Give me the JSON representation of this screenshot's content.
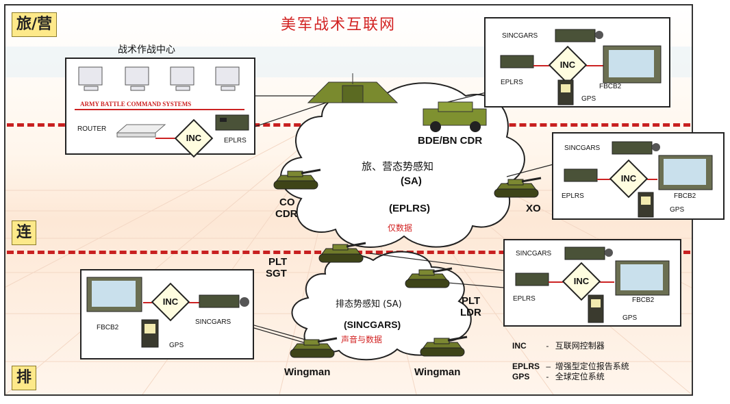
{
  "title": "美军战术互联网",
  "echelons": {
    "brigade": "旅/营",
    "company": "连",
    "platoon": "排"
  },
  "toc": {
    "title": "战术作战中心",
    "systems": "ARMY BATTLE COMMAND SYSTEMS",
    "router": "ROUTER",
    "inc": "INC",
    "eplrs": "EPLRS"
  },
  "cloud_upper": {
    "line1": "旅、营态势感知",
    "line2": "(SA)",
    "line3": "(EPLRS)",
    "note": "仅数据"
  },
  "cloud_lower": {
    "line1": "排态势感知 (SA)",
    "line2": "(SINCGARS)",
    "note": "声音与数据"
  },
  "units": {
    "bde_bn_cdr": "BDE/BN CDR",
    "co": "CO",
    "cdr": "CDR",
    "xo": "XO",
    "plt": "PLT",
    "sgt": "SGT",
    "ldr": "LDR",
    "wingman_left": "Wingman",
    "wingman_right": "Wingman"
  },
  "callout_top": {
    "sincgars": "SINCGARS",
    "inc": "INC",
    "eplrs": "EPLRS",
    "fbcb2": "FBCB2",
    "gps": "GPS"
  },
  "callout_xo": {
    "sincgars": "SINCGARS",
    "inc": "INC",
    "eplrs": "EPLRS",
    "fbcb2": "FBCB2",
    "gps": "GPS"
  },
  "callout_ldr": {
    "sincgars": "SINCGARS",
    "inc": "INC",
    "eplrs": "EPLRS",
    "fbcb2": "FBCB2",
    "gps": "GPS"
  },
  "callout_left": {
    "fbcb2": "FBCB2",
    "inc": "INC",
    "sincgars": "SINCGARS",
    "gps": "GPS"
  },
  "legend": [
    {
      "abbr": "INC",
      "sep": "-",
      "desc": "互联网控制器"
    },
    {
      "abbr": "EPLRS",
      "sep": "–",
      "desc": "增强型定位报告系统"
    },
    {
      "abbr": "GPS",
      "sep": "-",
      "desc": "全球定位系统"
    }
  ],
  "colors": {
    "title": "#d22222",
    "dash": "#c82020",
    "echelon_bg": "#fde98a",
    "tank": "#5e6a26",
    "inc_fill": "#fffde0"
  }
}
